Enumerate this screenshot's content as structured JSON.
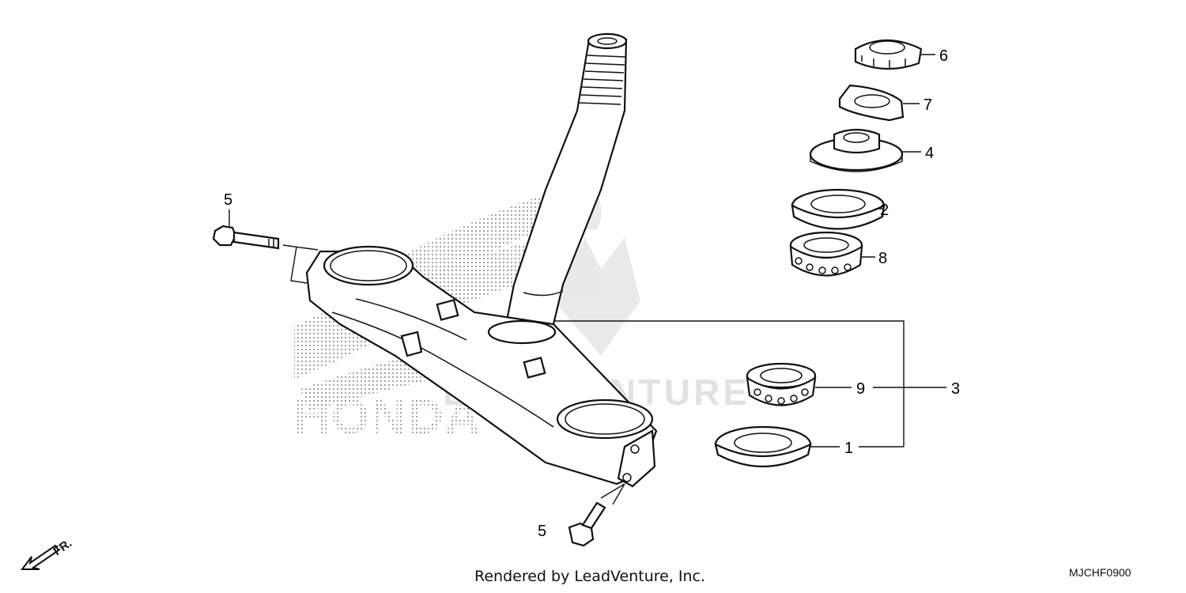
{
  "watermark": {
    "brand_text": "HONDA",
    "vendor_text": "LEADVENTURE"
  },
  "callouts": {
    "c1": "1",
    "c2": "2",
    "c3": "3",
    "c4": "4",
    "c5_top": "5",
    "c5_bottom": "5",
    "c6": "6",
    "c7": "7",
    "c8": "8",
    "c9": "9"
  },
  "direction_indicator": "FR.",
  "footer": {
    "rendered_by": "Rendered by LeadVenture, Inc.",
    "diagram_code": "MJCHF0900"
  },
  "colors": {
    "line": "#111111",
    "watermark_dots": "#9a9a9a",
    "background": "#ffffff"
  }
}
